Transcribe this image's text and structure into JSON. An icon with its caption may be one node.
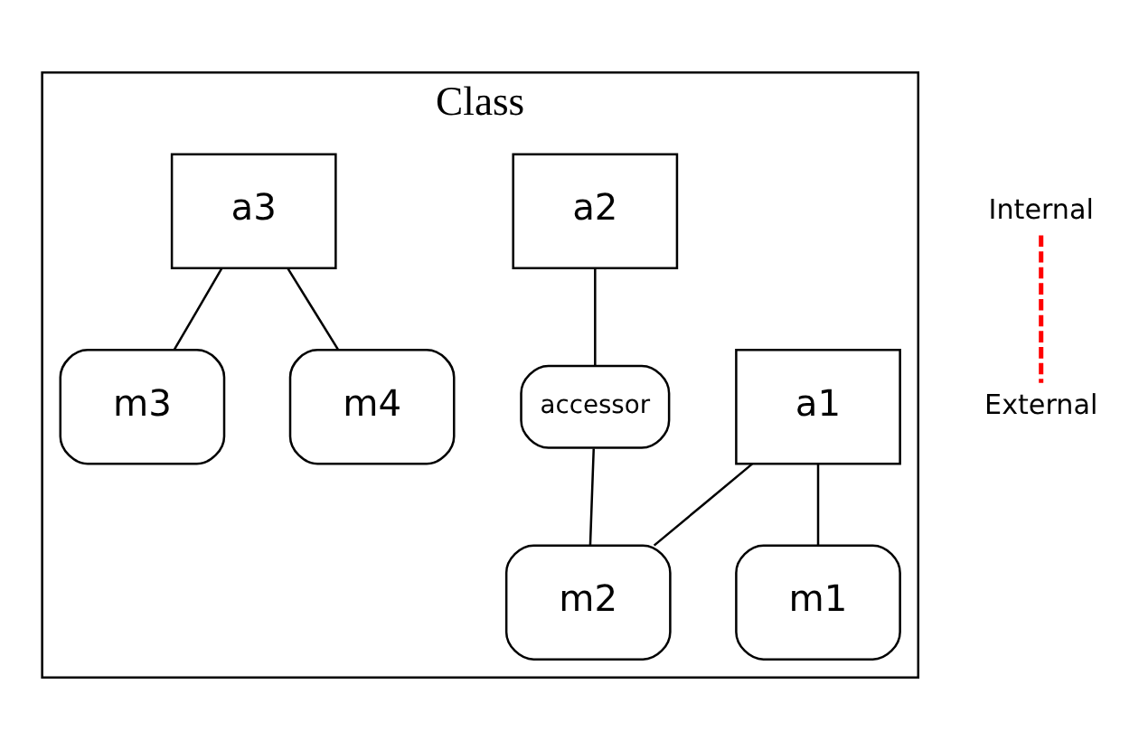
{
  "diagram": {
    "nodes": [
      {
        "text": [
          "Class"
        ]
      },
      {
        "text": [
          "a1"
        ],
        "in": 0
      },
      {
        "text": [
          "a2"
        ],
        "in": 0
      },
      {
        "text": [
          "a3"
        ],
        "in": 0
      },
      {
        "text": [
          "accessor"
        ],
        "in": 0
      },
      {
        "text": [
          "m1"
        ],
        "in": 0
      },
      {
        "text": [
          "m2"
        ],
        "in": 0
      },
      {
        "text": [
          "m3"
        ],
        "in": 0
      },
      {
        "text": [
          "m4"
        ],
        "in": 0
      }
    ],
    "edges": [
      {
        "from": 1,
        "to": 5,
        "arrow": "none"
      },
      {
        "from": 1,
        "to": 6,
        "arrow": "none"
      },
      {
        "from": 2,
        "to": 4,
        "arrow": "none"
      },
      {
        "from": 4,
        "to": 6,
        "arrow": "none"
      },
      {
        "from": 3,
        "to": 7,
        "arrow": "none"
      },
      {
        "from": 3,
        "to": 8,
        "arrow": "none"
      }
    ],
    "labels": [
      "Internal",
      "External"
    ]
  }
}
